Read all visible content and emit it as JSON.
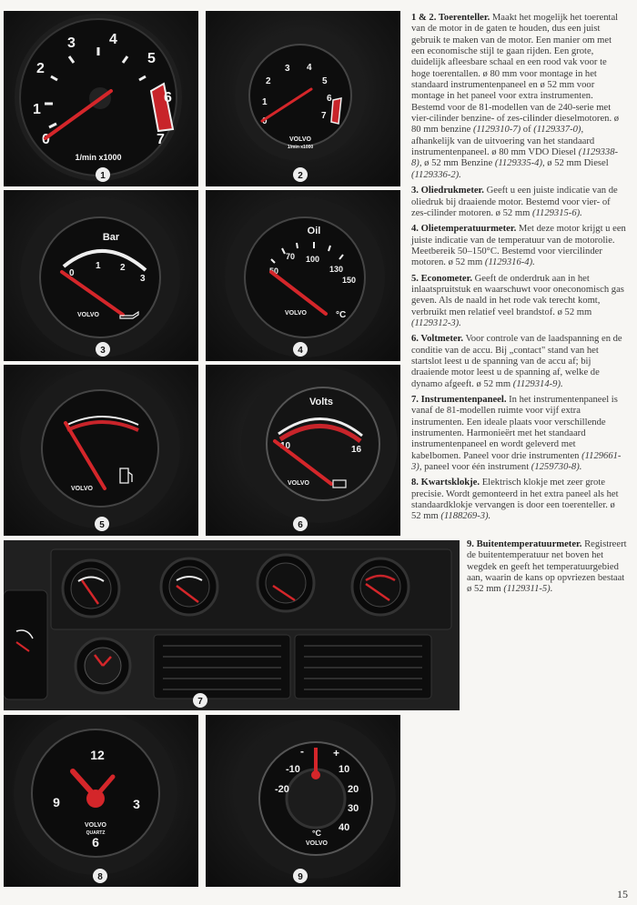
{
  "figures": {
    "g1": {
      "badge": "1",
      "labels": [
        "0",
        "1",
        "2",
        "3",
        "4",
        "5",
        "6",
        "7"
      ],
      "unit": "1/min x1000"
    },
    "g2": {
      "badge": "2",
      "labels": [
        "0",
        "1",
        "2",
        "3",
        "4",
        "5",
        "6",
        "7"
      ],
      "brand": "VOLVO",
      "unit": "1/min x1000"
    },
    "g3": {
      "badge": "3",
      "title": "Bar",
      "labels": [
        "0",
        "1",
        "2",
        "3"
      ],
      "brand": "VOLVO"
    },
    "g4": {
      "badge": "4",
      "title": "Oil",
      "labels": [
        "50",
        "70",
        "100",
        "130",
        "150"
      ],
      "unit": "°C",
      "brand": "VOLVO"
    },
    "g5": {
      "badge": "5",
      "brand": "VOLVO"
    },
    "g6": {
      "badge": "6",
      "title": "Volts",
      "labels": [
        "10",
        "16"
      ],
      "brand": "VOLVO"
    },
    "g7": {
      "badge": "7"
    },
    "g8": {
      "badge": "8",
      "labels": [
        "12",
        "3",
        "6",
        "9"
      ],
      "brand": "VOLVO",
      "sub": "QUARTZ"
    },
    "g9": {
      "badge": "9",
      "labels": [
        "-",
        "+",
        "-20",
        "-10",
        "10",
        "20",
        "30",
        "40"
      ],
      "unit": "°C",
      "brand": "VOLVO"
    }
  },
  "items": [
    {
      "title": "1 & 2. Toerenteller.",
      "segments": [
        {
          "t": " Maakt het mogelijk het toerental van de motor in de gaten te houden, dus een juist gebruik te maken van de motor. Een manier om met een economische stijl te gaan rijden. Een grote, duidelijk afleesbare schaal en een rood vak voor te hoge toerentallen. ø 80 mm voor montage in het standaard instrumentenpaneel en ø 52 mm voor montage in het paneel voor extra instrumenten. Bestemd voor de 81-modellen van de 240-serie met vier-cilinder benzine- of zes-cilinder dieselmotoren. ø 80 mm benzine "
        },
        {
          "t": "(1129310-7)",
          "i": true
        },
        {
          "t": " of "
        },
        {
          "t": "(1129337-0)",
          "i": true
        },
        {
          "t": ", afhankelijk van de uitvoering van het standaard instrumentenpaneel. ø 80 mm VDO Diesel "
        },
        {
          "t": "(1129338-8)",
          "i": true
        },
        {
          "t": ", ø 52 mm Benzine "
        },
        {
          "t": "(1129335-4)",
          "i": true
        },
        {
          "t": ", ø 52 mm Diesel "
        },
        {
          "t": "(1129336-2).",
          "i": true
        }
      ]
    },
    {
      "title": "3. Oliedrukmeter.",
      "segments": [
        {
          "t": " Geeft u een juiste indicatie van de oliedruk bij draaiende motor. Bestemd voor vier- of zes-cilinder motoren. ø 52 mm "
        },
        {
          "t": "(1129315-6).",
          "i": true
        }
      ]
    },
    {
      "title": "4. Olietemperatuurmeter.",
      "segments": [
        {
          "t": " Met deze motor krijgt u een juiste indicatie van de temperatuur van de motorolie. Meetbereik 50–150°C. Bestemd voor viercilinder motoren. ø 52 mm "
        },
        {
          "t": "(1129316-4).",
          "i": true
        }
      ]
    },
    {
      "title": "5. Econometer.",
      "segments": [
        {
          "t": " Geeft de onderdruk aan in het inlaatspruitstuk en waarschuwt voor oneconomisch gas geven. Als de naald in het rode vak terecht komt, verbruikt men relatief veel brandstof. ø 52 mm "
        },
        {
          "t": "(1129312-3).",
          "i": true
        }
      ]
    },
    {
      "title": "6. Voltmeter.",
      "segments": [
        {
          "t": " Voor controle van de laadspanning en de conditie van de accu. Bij „contact\" stand van het startslot leest u de spanning van de accu af; bij draaiende motor leest u de spanning af, welke de dynamo afgeeft. ø 52 mm "
        },
        {
          "t": "(1129314-9).",
          "i": true
        }
      ]
    },
    {
      "title": "7. Instrumentenpaneel.",
      "segments": [
        {
          "t": " In het instrumentenpaneel is vanaf de 81-modellen ruimte voor vijf extra instrumenten. Een ideale plaats voor verschillende instrumenten. Harmonieërt met het standaard instrumentenpaneel en wordt geleverd met kabelbomen. Paneel voor drie instrumenten "
        },
        {
          "t": "(1129661-3)",
          "i": true
        },
        {
          "t": ", paneel voor één instrument "
        },
        {
          "t": "(1259730-8).",
          "i": true
        }
      ]
    },
    {
      "title": "8. Kwartsklokje.",
      "segments": [
        {
          "t": " Elektrisch klokje met zeer grote precisie. Wordt gemonteerd in het extra paneel als het standaardklokje vervangen is door een toerenteller. ø 52 mm "
        },
        {
          "t": "(1188269-3).",
          "i": true
        }
      ]
    },
    {
      "title": "9. Buitentemperatuurmeter.",
      "segments": [
        {
          "t": " Registreert de buitentemperatuur net boven het wegdek en geeft het temperatuurgebied aan, waarin de kans op opvriezen bestaat ø 52 mm "
        },
        {
          "t": "(1129311-5).",
          "i": true
        }
      ]
    }
  ],
  "page_number": "15",
  "colors": {
    "needle": "#d4262a",
    "face": "#0e0e0e",
    "paper": "#f7f6f3"
  }
}
